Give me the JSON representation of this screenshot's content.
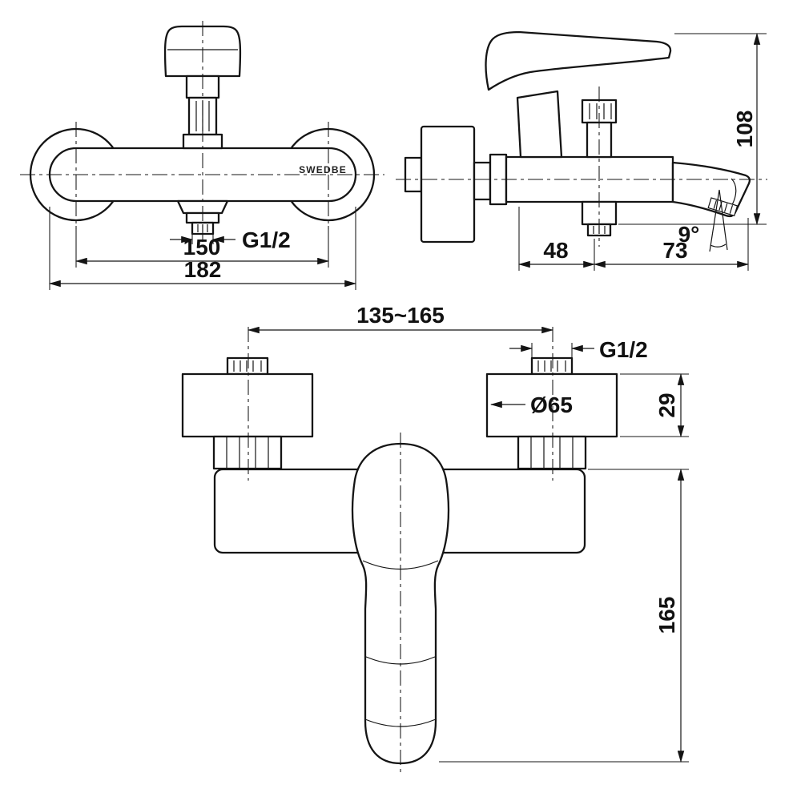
{
  "page": {
    "background": "#ffffff",
    "line_color": "#141414"
  },
  "drawing": {
    "brand": "SWEDBE",
    "front_view": {
      "dim_centers": "150",
      "dim_overall": "182",
      "thread_label": "G1/2"
    },
    "side_view": {
      "dim_height": "108",
      "dim_wall_offset": "48",
      "dim_spout_reach": "73",
      "spout_angle": "9°"
    },
    "install_view": {
      "dim_centers_range": "135~165",
      "thread_label": "G1/2",
      "flange_diameter": "Ø65",
      "flange_depth": "29",
      "dim_drop": "165"
    }
  }
}
